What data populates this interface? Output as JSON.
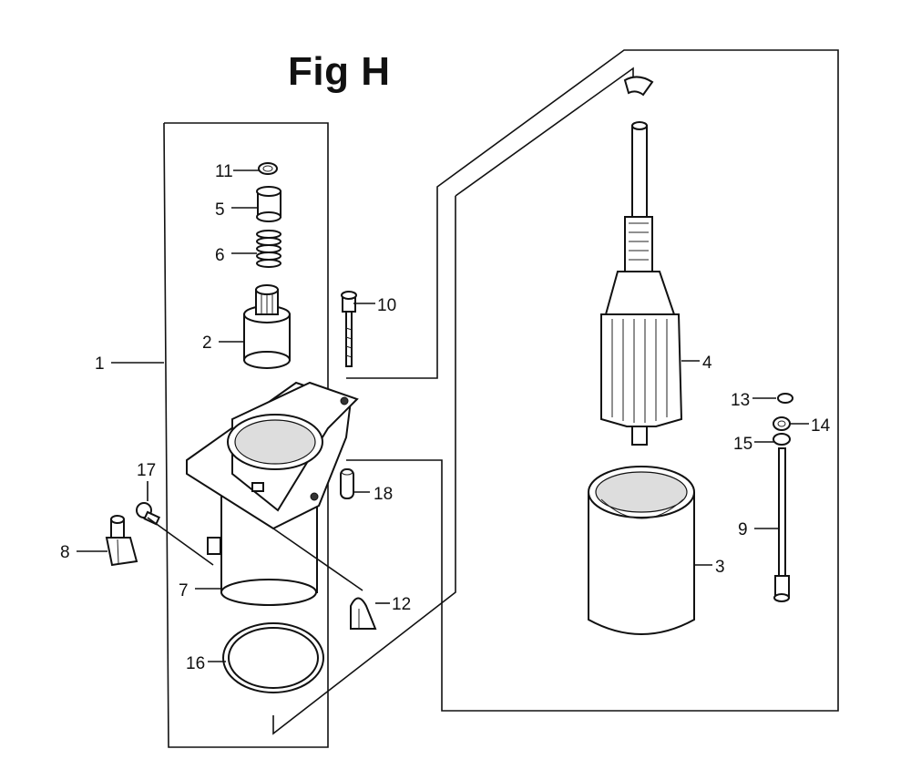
{
  "figure": {
    "title": "Fig H"
  },
  "callouts": [
    {
      "id": "1",
      "label": "1"
    },
    {
      "id": "2",
      "label": "2"
    },
    {
      "id": "3",
      "label": "3"
    },
    {
      "id": "4",
      "label": "4"
    },
    {
      "id": "5",
      "label": "5"
    },
    {
      "id": "6",
      "label": "6"
    },
    {
      "id": "7",
      "label": "7"
    },
    {
      "id": "8",
      "label": "8"
    },
    {
      "id": "9",
      "label": "9"
    },
    {
      "id": "10",
      "label": "10"
    },
    {
      "id": "11",
      "label": "11"
    },
    {
      "id": "12",
      "label": "12"
    },
    {
      "id": "13",
      "label": "13"
    },
    {
      "id": "14",
      "label": "14"
    },
    {
      "id": "15",
      "label": "15"
    },
    {
      "id": "16",
      "label": "16"
    },
    {
      "id": "17",
      "label": "17"
    },
    {
      "id": "18",
      "label": "18"
    }
  ]
}
